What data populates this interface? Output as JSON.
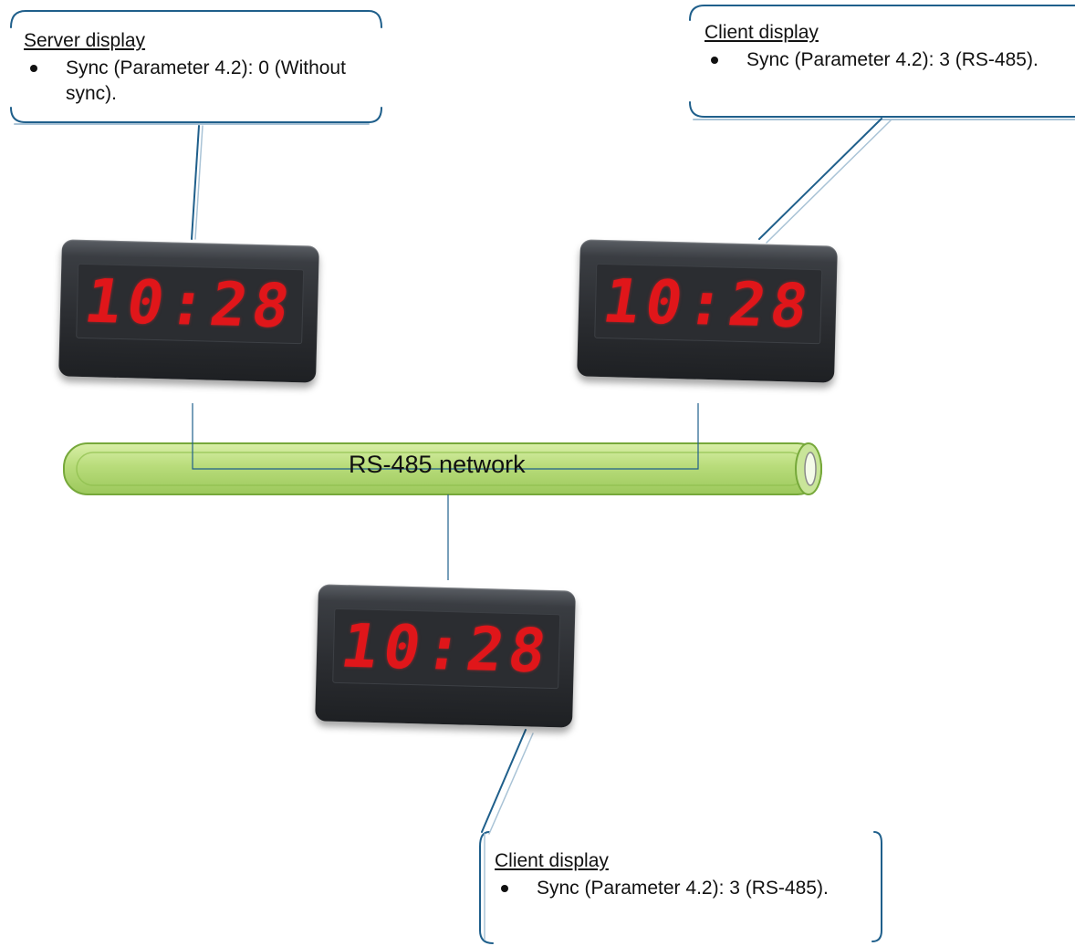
{
  "callouts": {
    "server": {
      "title": "Server display",
      "bullet": "Sync (Parameter 4.2): 0 (Without sync)."
    },
    "client_top": {
      "title": "Client display",
      "bullet": "Sync (Parameter 4.2): 3 (RS-485)."
    },
    "client_bottom": {
      "title": "Client display",
      "bullet": "Sync (Parameter 4.2): 3 (RS-485)."
    }
  },
  "network": {
    "label": "RS-485 network"
  },
  "clocks": {
    "time": "10:28"
  },
  "colors": {
    "callout_border": "#1f5f8b",
    "tube_fill": "#b8dc7a",
    "tube_stroke": "#76a83a",
    "digit_red": "#e0161a"
  }
}
